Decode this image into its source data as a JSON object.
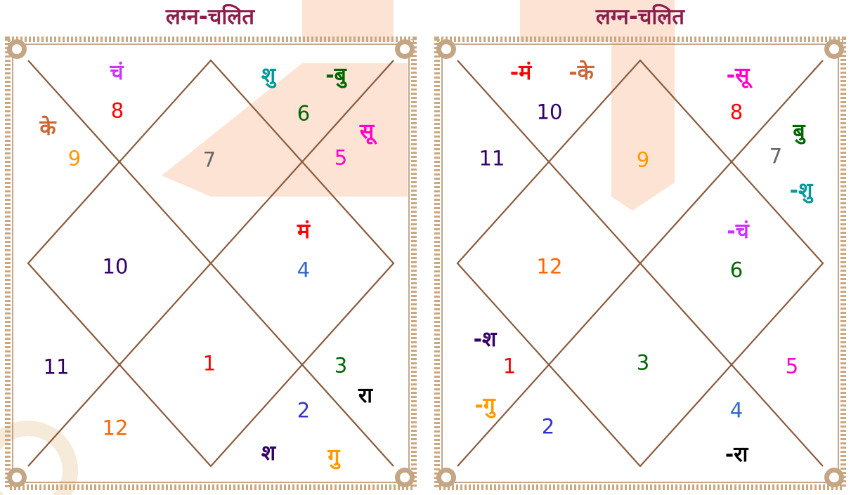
{
  "colors": {
    "title": "#8e1e4e",
    "line": "#8a5a3c",
    "watermark": "#fde3d4"
  },
  "charts": [
    {
      "title": "लग्न-चलित",
      "houses": [
        {
          "text": "7",
          "color": "#666666"
        },
        {
          "text": "8",
          "color": "#ff0000"
        },
        {
          "text": "9",
          "color": "#ff9900"
        },
        {
          "text": "10",
          "color": "#330066"
        },
        {
          "text": "11",
          "color": "#330066"
        },
        {
          "text": "12",
          "color": "#ff6600"
        },
        {
          "text": "1",
          "color": "#ff0000"
        },
        {
          "text": "2",
          "color": "#3333cc"
        },
        {
          "text": "3",
          "color": "#006600"
        },
        {
          "text": "4",
          "color": "#3366cc"
        },
        {
          "text": "5",
          "color": "#ff00cc"
        },
        {
          "text": "6",
          "color": "#006600"
        }
      ],
      "planets": [
        {
          "text": "चं",
          "color": "#cc33ff"
        },
        {
          "text": "के",
          "color": "#cc6633"
        },
        {
          "text": "शु",
          "color": "#009999"
        },
        {
          "text": "-बु",
          "color": "#006600"
        },
        {
          "text": "सू",
          "color": "#ff00cc"
        },
        {
          "text": "मं",
          "color": "#ff0000"
        },
        {
          "text": "रा",
          "color": "#000000"
        },
        {
          "text": "श",
          "color": "#330066"
        },
        {
          "text": "गु",
          "color": "#ff9900"
        }
      ]
    },
    {
      "title": "लग्न-चलित",
      "houses": [
        {
          "text": "9",
          "color": "#ff9900"
        },
        {
          "text": "10",
          "color": "#330066"
        },
        {
          "text": "11",
          "color": "#330066"
        },
        {
          "text": "12",
          "color": "#ff6600"
        },
        {
          "text": "1",
          "color": "#ff0000"
        },
        {
          "text": "2",
          "color": "#3333cc"
        },
        {
          "text": "3",
          "color": "#006600"
        },
        {
          "text": "4",
          "color": "#3366cc"
        },
        {
          "text": "5",
          "color": "#ff00cc"
        },
        {
          "text": "6",
          "color": "#006600"
        },
        {
          "text": "7",
          "color": "#666666"
        },
        {
          "text": "8",
          "color": "#ff0000"
        }
      ],
      "planets": [
        {
          "text": "-मं",
          "color": "#ff0000"
        },
        {
          "text": "-के",
          "color": "#cc6633"
        },
        {
          "text": "-सू",
          "color": "#ff00cc"
        },
        {
          "text": "बु",
          "color": "#006600"
        },
        {
          "text": "-शु",
          "color": "#009999"
        },
        {
          "text": "-चं",
          "color": "#cc33ff"
        },
        {
          "text": "-श",
          "color": "#330066"
        },
        {
          "text": "-गु",
          "color": "#ff9900"
        },
        {
          "text": "-रा",
          "color": "#000000"
        }
      ]
    }
  ]
}
